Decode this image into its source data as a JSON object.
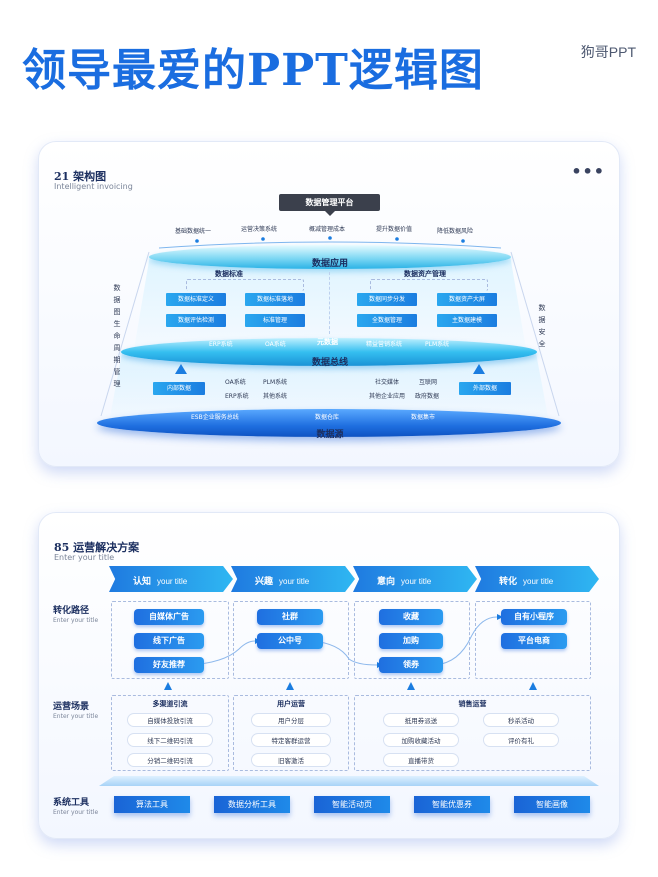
{
  "header": {
    "title": "领导最爱的PPT逻辑图",
    "brand": "狗哥PPT"
  },
  "colors": {
    "accent": "#1a6de0",
    "light_blue": "#2fb7f2",
    "dark_label": "#3b404c"
  },
  "card1": {
    "title": "21 架构图",
    "subtitle": "Intelligent invoicing",
    "menu_icon": "more-dots-icon",
    "platform": "数据管理平台",
    "top_items": [
      "基础数据统一",
      "运营决策系统",
      "概减管理成本",
      "提升数据价值",
      "降低数据风险"
    ],
    "app_layer": "数据应用",
    "left_group": {
      "title": "数据标准",
      "items": [
        "数据标准定义",
        "数据标准落地",
        "数据评估检测",
        "标准管理"
      ]
    },
    "right_group": {
      "title": "数据资产管理",
      "items": [
        "数据同步分发",
        "数据资产大屏",
        "全数据管理",
        "主数据建模"
      ]
    },
    "meta_row": [
      "ERP系统",
      "OA系统",
      "元数据",
      "精益营销系统",
      "PLM系统"
    ],
    "bus_layer": "数据总线",
    "internal": "内部数据",
    "external": "外部数据",
    "internal_items": [
      "OA系统",
      "PLM系统",
      "ERP系统",
      "其他系统"
    ],
    "external_items": [
      "社交媒体",
      "互联网",
      "其他企业应用",
      "政府数据"
    ],
    "src_row": [
      "ESB企业服务总线",
      "数据仓库",
      "数据集市"
    ],
    "src_layer": "数据源",
    "left_vertical": "数据图生命周期管理",
    "right_vertical": "数据安全"
  },
  "card2": {
    "title": "85 运营解决方案",
    "subtitle": "Enter your title",
    "phases": [
      {
        "name": "认知",
        "sub": "your title"
      },
      {
        "name": "兴趣",
        "sub": "your title"
      },
      {
        "name": "意向",
        "sub": "your title"
      },
      {
        "name": "转化",
        "sub": "your title"
      }
    ],
    "rows": [
      {
        "title": "转化路径",
        "sub": "Enter your title"
      },
      {
        "title": "运营场景",
        "sub": "Enter your title"
      },
      {
        "title": "系统工具",
        "sub": "Enter your title"
      }
    ],
    "path": {
      "col1": [
        "自媒体广告",
        "线下广告",
        "好友推荐"
      ],
      "col2": [
        "社群",
        "公中号"
      ],
      "col3": [
        "收藏",
        "加购",
        "领券"
      ],
      "col4": [
        "自有小程序",
        "平台电商"
      ]
    },
    "scenes": {
      "g1": {
        "title": "多渠道引流",
        "items": [
          "自媒体投放引流",
          "线下二维码引流",
          "分销二维码引流"
        ]
      },
      "g2": {
        "title": "用户运营",
        "items": [
          "用户分层",
          "特定客群运营",
          "旧客激活"
        ]
      },
      "g3": {
        "title": "销售运营",
        "items": [
          "抵用券派送",
          "秒杀活动",
          "加购收藏活动",
          "评价有礼",
          "直播带货"
        ]
      }
    },
    "tools": [
      "算法工具",
      "数据分析工具",
      "智能活动页",
      "智能优惠券",
      "智能画像"
    ]
  }
}
